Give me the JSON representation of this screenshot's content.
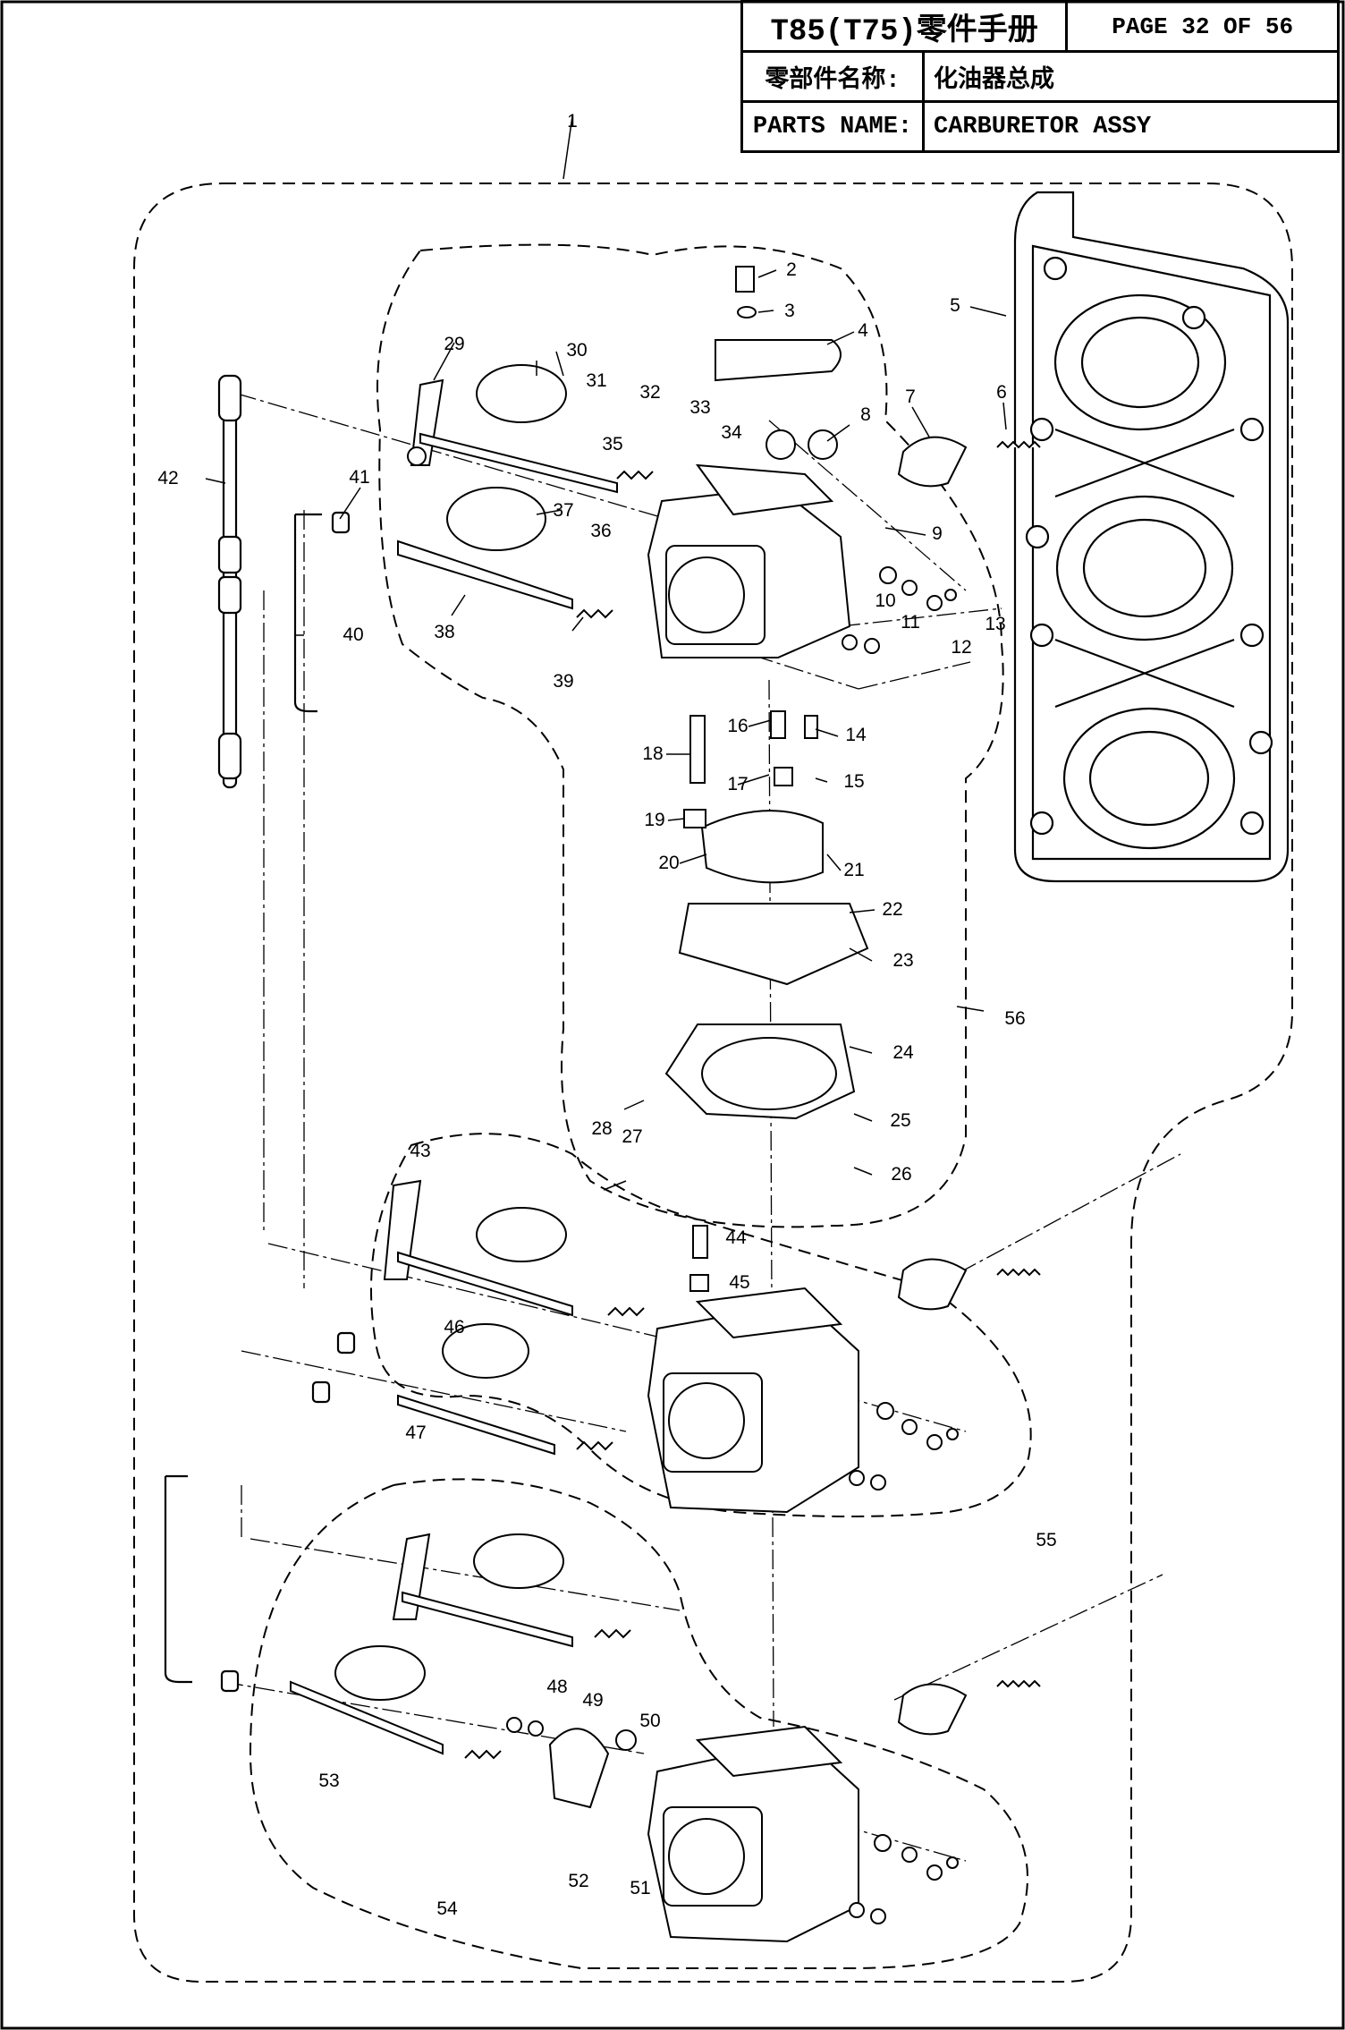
{
  "header": {
    "title": "T85(T75)零件手册",
    "page": "PAGE 32 OF 56",
    "cn_name_label": "零部件名称:",
    "cn_name_value": "化油器总成",
    "en_name_label": "PARTS NAME:",
    "en_name_value": "CARBURETOR ASSY"
  },
  "callouts": {
    "c1": "1",
    "c2": "2",
    "c3": "3",
    "c4": "4",
    "c5": "5",
    "c6": "6",
    "c7": "7",
    "c8": "8",
    "c9": "9",
    "c10": "10",
    "c11": "11",
    "c12": "12",
    "c13": "13",
    "c14": "14",
    "c15": "15",
    "c16": "16",
    "c17": "17",
    "c18": "18",
    "c19": "19",
    "c20": "20",
    "c21": "21",
    "c22": "22",
    "c23": "23",
    "c24": "24",
    "c25": "25",
    "c26": "26",
    "c27": "27",
    "c28": "28",
    "c29": "29",
    "c30": "30",
    "c31": "31",
    "c32": "32",
    "c33": "33",
    "c34": "34",
    "c35": "35",
    "c36": "36",
    "c37": "37",
    "c38": "38",
    "c39": "39",
    "c40": "40",
    "c41": "41",
    "c42": "42",
    "c43": "43",
    "c44": "44",
    "c45": "45",
    "c46": "46",
    "c47": "47",
    "c48": "48",
    "c49": "49",
    "c50": "50",
    "c51": "51",
    "c52": "52",
    "c53": "53",
    "c54": "54",
    "c55": "55",
    "c56": "56"
  }
}
